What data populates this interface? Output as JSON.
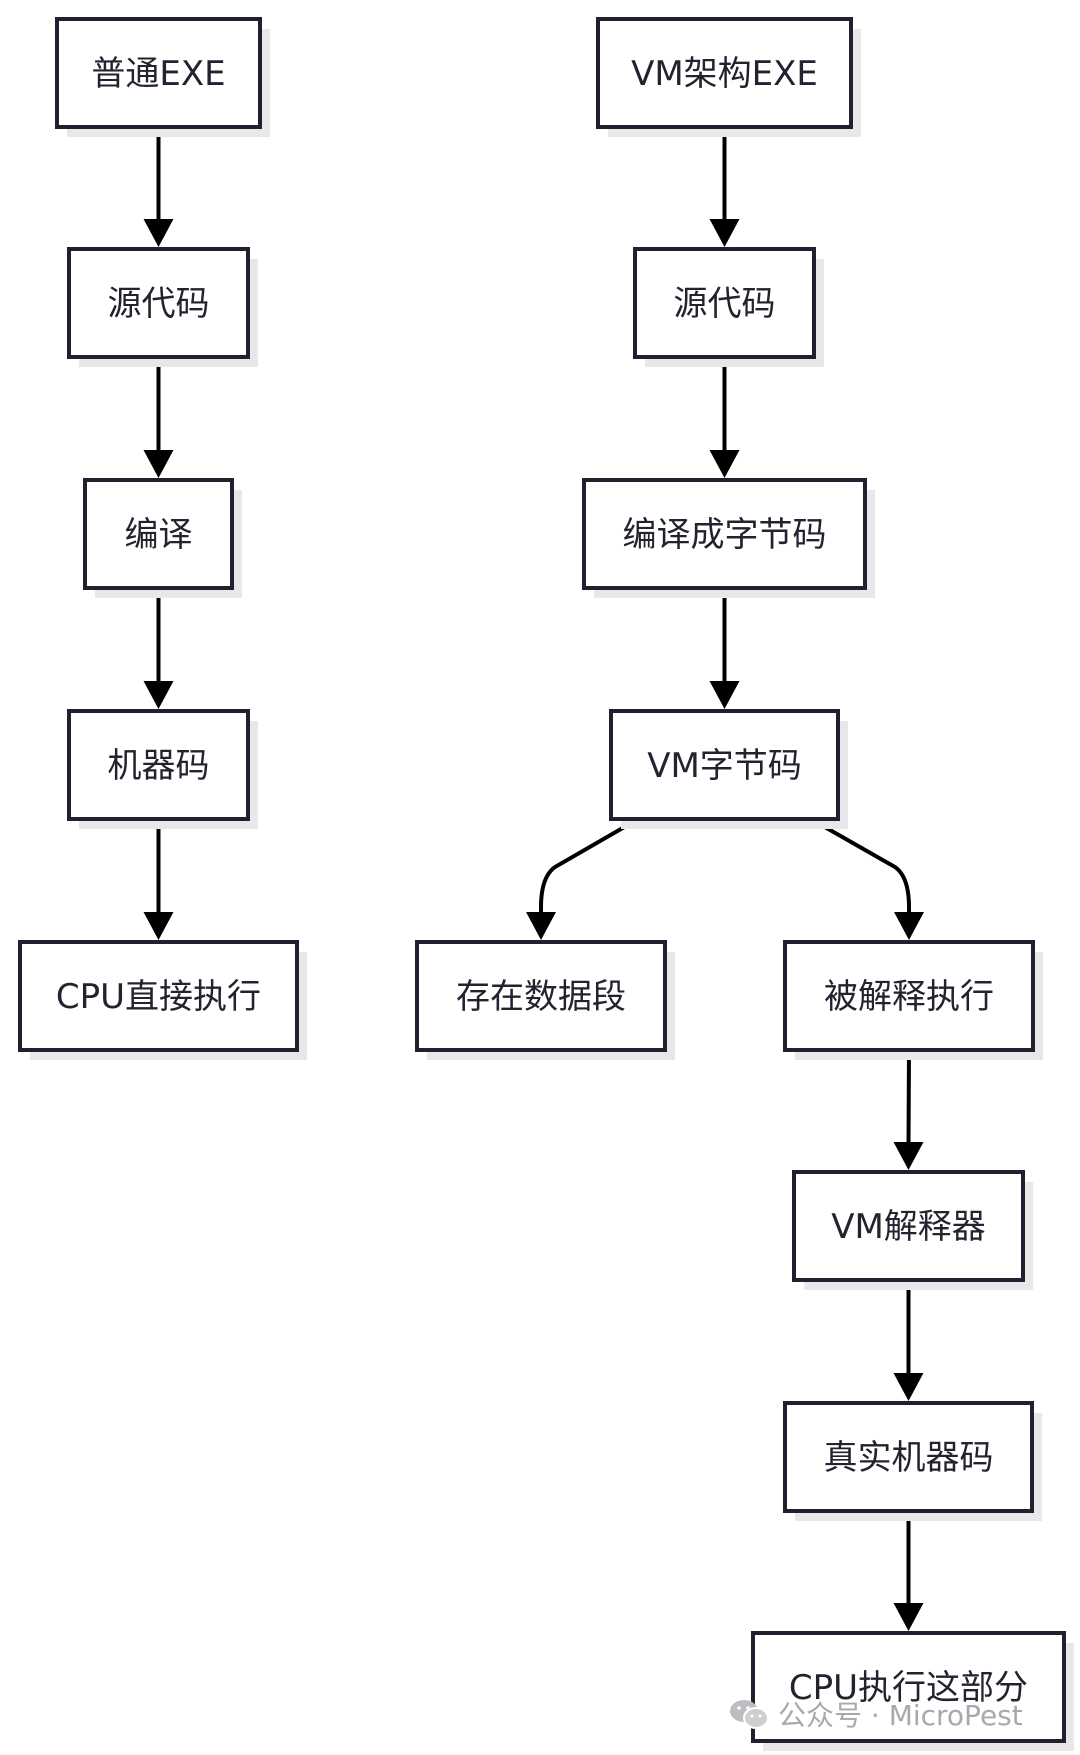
{
  "diagram": {
    "nodes": {
      "exe_normal": "普通EXE",
      "src_left": "源代码",
      "compile": "编译",
      "machine_code": "机器码",
      "cpu_direct": "CPU直接执行",
      "exe_vm": "VM架构EXE",
      "src_right": "源代码",
      "compile_bytecode": "编译成字节码",
      "vm_bytecode": "VM字节码",
      "data_segment": "存在数据段",
      "interpreted": "被解释执行",
      "vm_interpreter": "VM解释器",
      "real_machine_code": "真实机器码",
      "cpu_execute_part": "CPU执行这部分"
    },
    "edges": [
      [
        "exe_normal",
        "src_left"
      ],
      [
        "src_left",
        "compile"
      ],
      [
        "compile",
        "machine_code"
      ],
      [
        "machine_code",
        "cpu_direct"
      ],
      [
        "exe_vm",
        "src_right"
      ],
      [
        "src_right",
        "compile_bytecode"
      ],
      [
        "compile_bytecode",
        "vm_bytecode"
      ],
      [
        "vm_bytecode",
        "data_segment"
      ],
      [
        "vm_bytecode",
        "interpreted"
      ],
      [
        "interpreted",
        "vm_interpreter"
      ],
      [
        "vm_interpreter",
        "real_machine_code"
      ],
      [
        "real_machine_code",
        "cpu_execute_part"
      ]
    ]
  },
  "watermark": {
    "text": "公众号 · MicroPest",
    "icon": "wechat-icon"
  },
  "colors": {
    "node_border": "#1f2030",
    "node_fill": "#ffffff",
    "edge": "#000000",
    "text": "#22232e",
    "shadow": "#e8e8ea",
    "watermark": "#a9a9ad"
  }
}
